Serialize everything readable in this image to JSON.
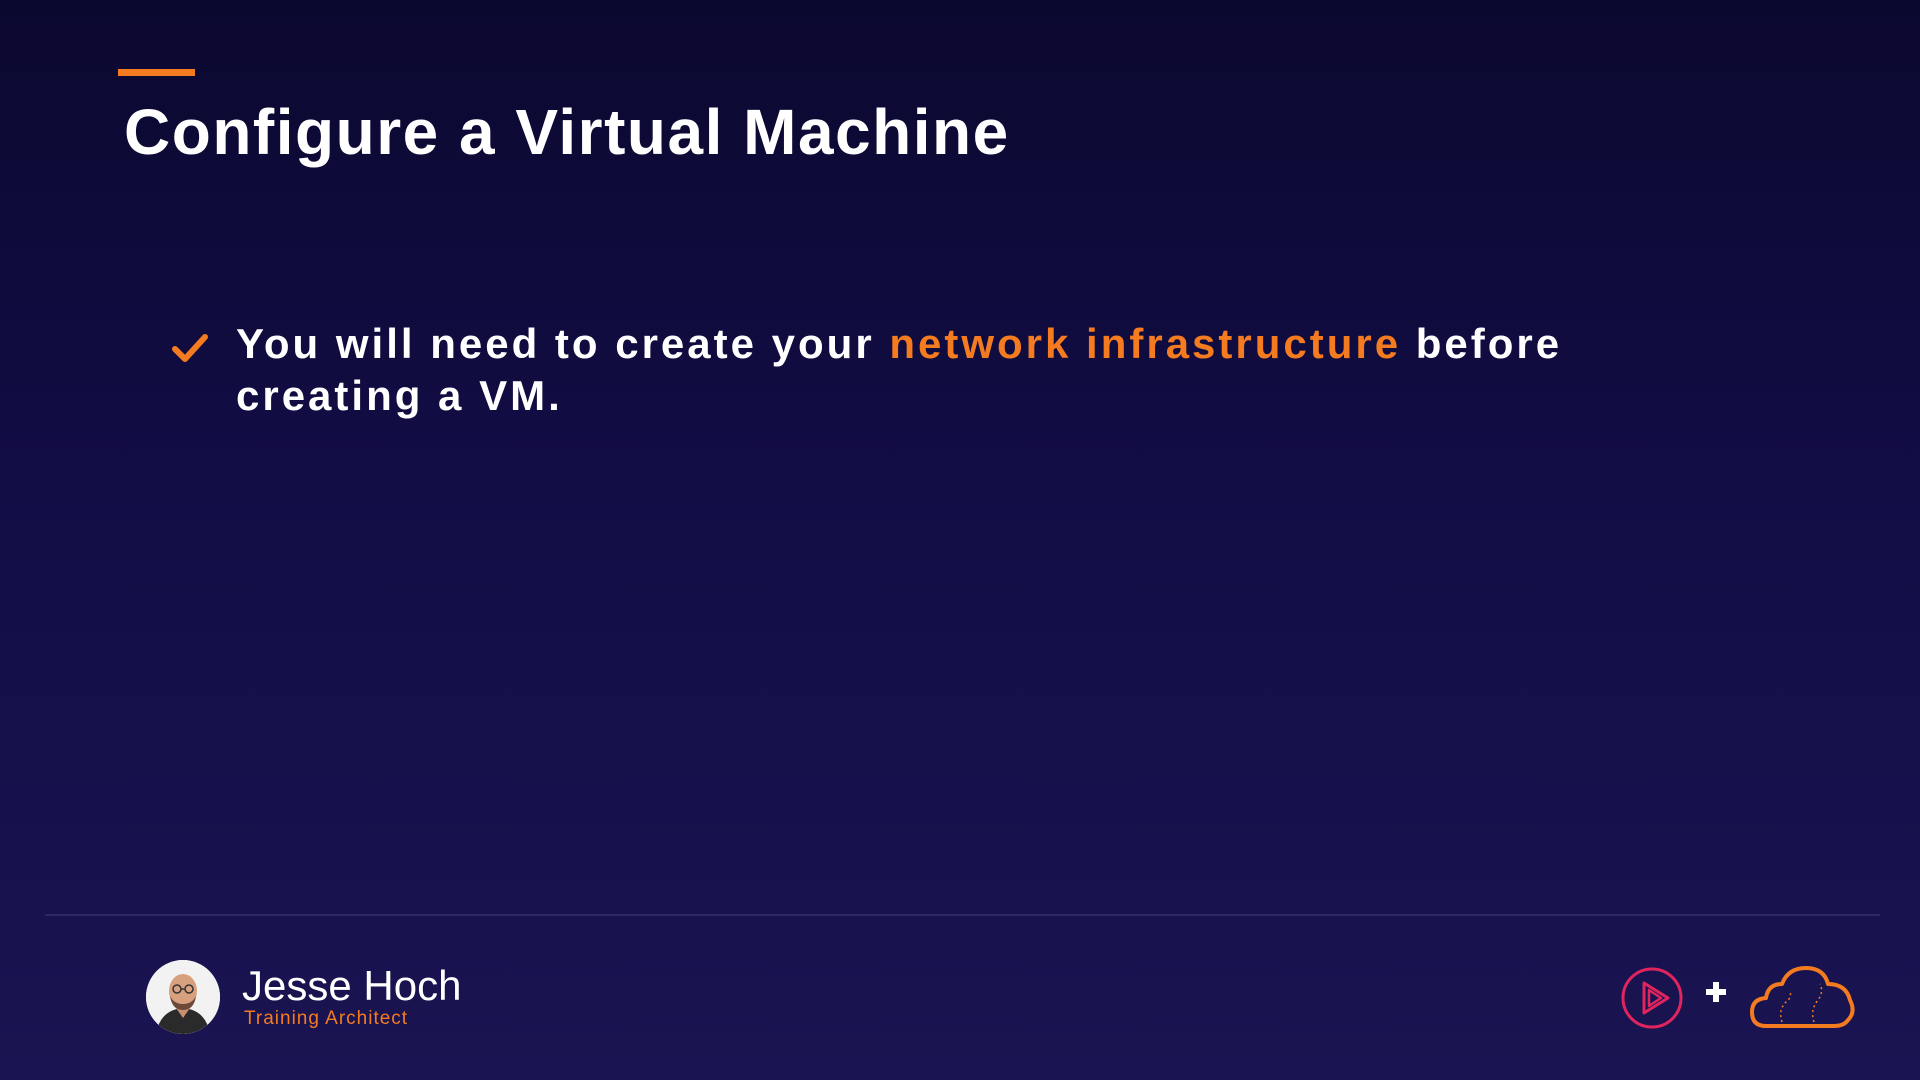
{
  "slide": {
    "title": "Configure a Virtual Machine",
    "bullets": [
      {
        "text_before": "You will need to create your ",
        "highlight": "network infrastructure",
        "text_after": " before creating a VM."
      }
    ]
  },
  "presenter": {
    "name": "Jesse Hoch",
    "role": "Training Architect"
  },
  "branding": {
    "icons": [
      "pluralsight-play-icon",
      "plus-icon",
      "cloud-guru-cloud-icon"
    ]
  },
  "colors": {
    "accent": "#f47b20",
    "background_top": "#0b0830",
    "background_bottom": "#1a1452",
    "play_logo": "#e0245e"
  }
}
